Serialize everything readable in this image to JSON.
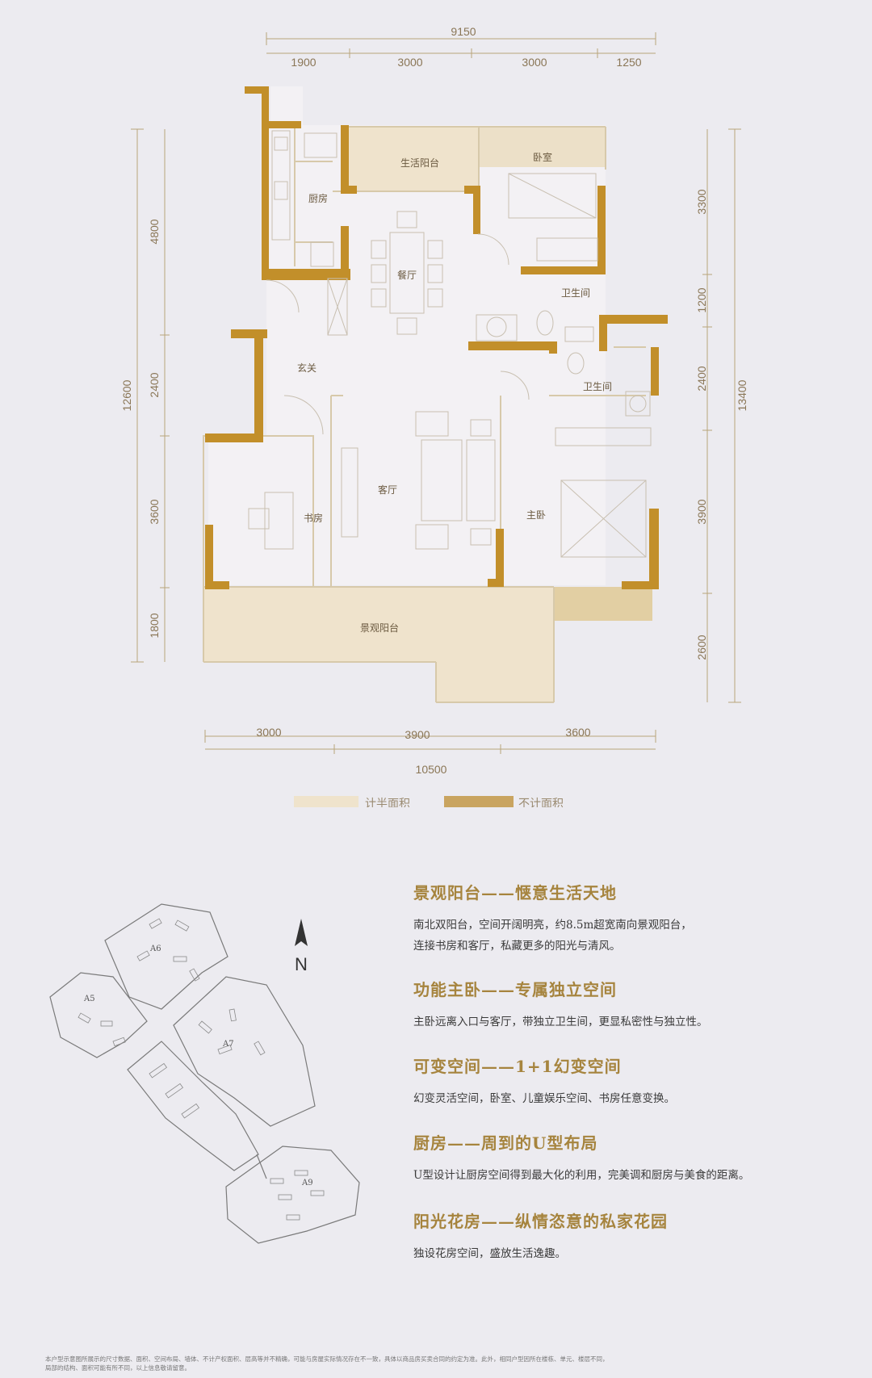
{
  "plan": {
    "dims_top": {
      "total": "9150",
      "segments": [
        "1900",
        "3000",
        "3000",
        "1250"
      ]
    },
    "dims_bottom": {
      "total": "10500",
      "segments": [
        "3000",
        "3900",
        "3600"
      ]
    },
    "dims_left": {
      "total": "12600",
      "segments": [
        "4800",
        "2400",
        "3600",
        "1800"
      ]
    },
    "dims_right": {
      "total": "13400",
      "segments": [
        "3300",
        "1200",
        "2400",
        "3900",
        "2600"
      ]
    },
    "rooms": {
      "balcony_life": "生活阳台",
      "bedroom": "卧室",
      "kitchen": "厨房",
      "dining": "餐厅",
      "bath1": "卫生间",
      "entry": "玄关",
      "bath2": "卫生间",
      "living": "客厅",
      "study": "书房",
      "master": "主卧",
      "balcony_view": "景观阳台"
    },
    "legend": {
      "half": "计半面积",
      "none": "不计面积",
      "half_color": "#efe3cc",
      "none_color": "#c9a460"
    },
    "wall_color": "#c28f2a"
  },
  "features": [
    {
      "title": "景观阳台——惬意生活天地",
      "lines": [
        "南北双阳台，空间开阔明亮，约8.5m超宽南向景观阳台，",
        "连接书房和客厅，私藏更多的阳光与清风。"
      ]
    },
    {
      "title": "功能主卧——专属独立空间",
      "lines": [
        "主卧远离入口与客厅，带独立卫生间，更显私密性与独立性。"
      ]
    },
    {
      "title": "可变空间——1+1幻变空间",
      "lines": [
        "幻变灵活空间，卧室、儿童娱乐空间、书房任意变换。"
      ]
    },
    {
      "title": "厨房——周到的U型布局",
      "lines": [
        "U型设计让厨房空间得到最大化的利用，完美调和厨房与美食的距离。"
      ]
    },
    {
      "title": "阳光花房——纵情恣意的私家花园",
      "lines": [
        "独设花房空间，盛放生活逸趣。"
      ]
    }
  ],
  "site": {
    "buildings": [
      "A5",
      "A6",
      "A7",
      "A9"
    ],
    "compass": "N"
  },
  "footnote": [
    "本户型示意图所展示的尺寸数据、面积、空间布局、墙体、不计产权面积、层高等并不精确，可能与房屋实际情况存在不一致，具体以商品房买卖合同的约定为准。此外，相同户型因所在楼栋、单元、楼层不同，",
    "局部的结构、面积可能有所不同，以上信息敬请留意。"
  ]
}
